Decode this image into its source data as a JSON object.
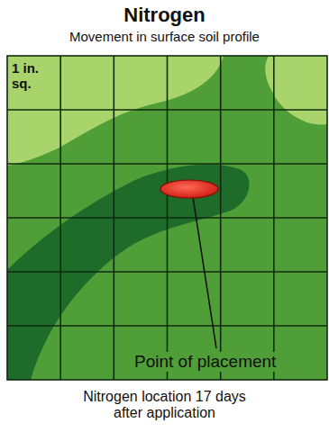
{
  "diagram": {
    "title": "Nitrogen",
    "caption": "Nitrogen location 17 days after application",
    "labels": [
      "Movement in surface soil profile",
      "1 in. sq.",
      "Point of placement"
    ]
  }
}
